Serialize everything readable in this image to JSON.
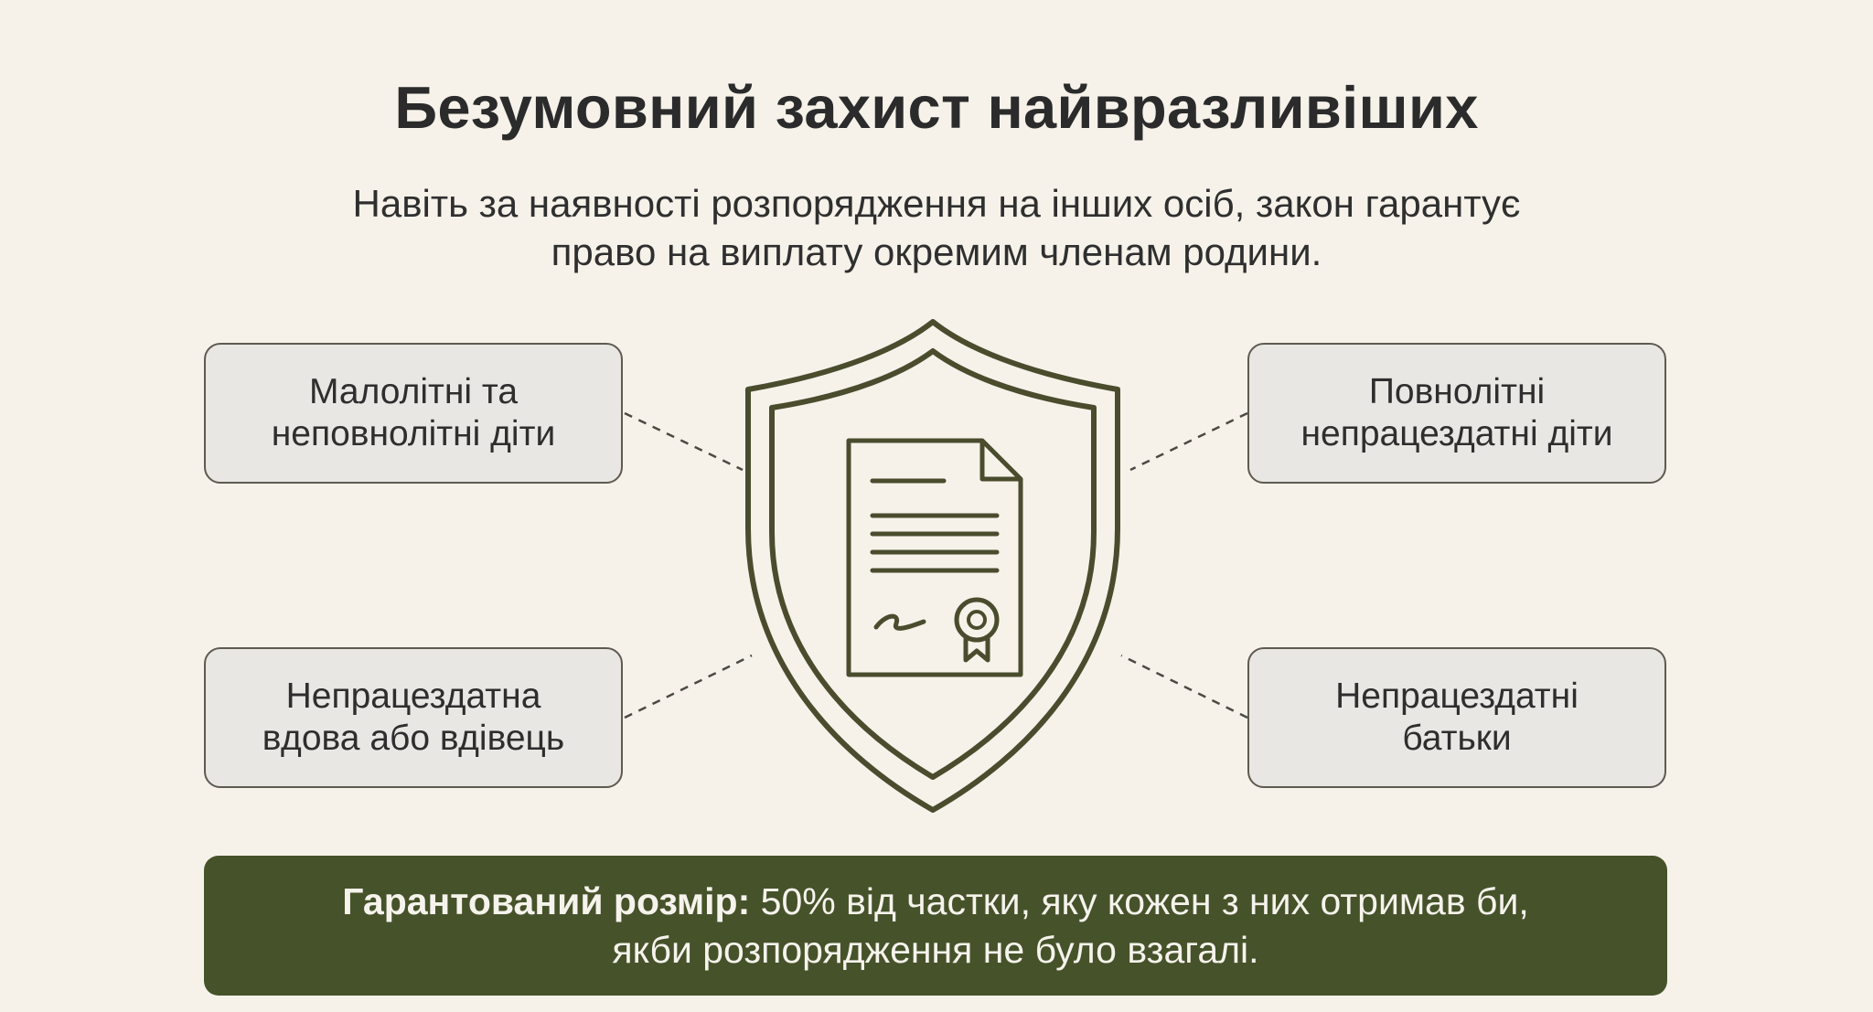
{
  "header": {
    "title": "Безумовний захист найвразливіших",
    "subtitle_line1": "Навіть за наявності розпорядження на інших осіб, закон гарантує",
    "subtitle_line2": "право на виплату окремим членам родини."
  },
  "cards": {
    "top_left": [
      "Малолітні та",
      "неповнолітні діти"
    ],
    "top_right": [
      "Повнолітні",
      "непрацездатні діти"
    ],
    "bottom_left": [
      "Непрацездатна",
      "вдова або вдівець"
    ],
    "bottom_right": [
      "Непрацездатні",
      "батьки"
    ]
  },
  "center": {
    "icon": "shield-document-icon"
  },
  "footer": {
    "label": "Гарантований розмір:",
    "line1_rest": " 50% від частки, яку кожен з них отримав би,",
    "line2": "якби розпорядження не було взагалі."
  },
  "colors": {
    "background": "#f6f2ea",
    "accent": "#46522a",
    "outline": "#4a4c2d",
    "card_bg": "#e8e7e3"
  }
}
